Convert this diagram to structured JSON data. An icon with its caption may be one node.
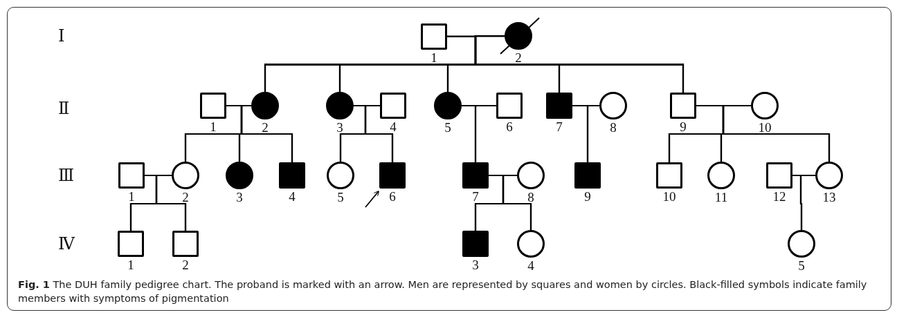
{
  "diagram": {
    "caption": "**Fig. 1** The DUH family pedigree chart. The proband is marked with an arrow. Men are represented by squares and women by circles. Black-filled symbols indicate family members with symptoms of pigmentation",
    "nodes": [
      {
        "text": [],
        "shape": "box",
        "beside": [
          "1"
        ]
      },
      {
        "text": [],
        "shape": "filled-circle",
        "beside": [
          "2"
        ]
      },
      {
        "text": [],
        "shape": "box",
        "beside": [
          "1"
        ]
      },
      {
        "text": [],
        "shape": "filled-circle",
        "beside": [
          "2"
        ]
      },
      {
        "text": [],
        "shape": "filled-circle",
        "beside": [
          "3"
        ]
      },
      {
        "text": [],
        "shape": "box",
        "beside": [
          "4"
        ]
      },
      {
        "text": [],
        "shape": "filled-circle",
        "beside": [
          "5"
        ]
      },
      {
        "text": [],
        "shape": "box",
        "beside": [
          "6"
        ]
      },
      {
        "text": [],
        "shape": "filled-box",
        "beside": [
          "7"
        ]
      },
      {
        "text": [],
        "shape": "circle",
        "beside": [
          "8"
        ]
      },
      {
        "text": [],
        "shape": "box",
        "beside": [
          "9"
        ]
      },
      {
        "text": [],
        "shape": "circle",
        "beside": [
          "10"
        ]
      },
      {
        "text": [],
        "shape": "box",
        "beside": [
          "1"
        ]
      },
      {
        "text": [],
        "shape": "circle",
        "beside": [
          "2"
        ]
      },
      {
        "text": [],
        "shape": "filled-circle",
        "beside": [
          "3"
        ]
      },
      {
        "text": [],
        "shape": "filled-box",
        "beside": [
          "4"
        ]
      },
      {
        "text": [],
        "shape": "circle",
        "beside": [
          "5"
        ]
      },
      {
        "text": [],
        "shape": "filled-box",
        "beside": [
          "6"
        ]
      },
      {
        "text": [],
        "shape": "filled-box",
        "beside": [
          "7"
        ]
      },
      {
        "text": [],
        "shape": "circle",
        "beside": [
          "8"
        ]
      },
      {
        "text": [],
        "shape": "filled-box",
        "beside": [
          "9"
        ]
      },
      {
        "text": [],
        "shape": "box",
        "beside": [
          "10"
        ]
      },
      {
        "text": [],
        "shape": "circle",
        "beside": [
          "11"
        ]
      },
      {
        "text": [],
        "shape": "box",
        "beside": [
          "12"
        ]
      },
      {
        "text": [],
        "shape": "circle",
        "beside": [
          "13"
        ]
      },
      {
        "text": [],
        "shape": "box",
        "beside": [
          "1"
        ]
      },
      {
        "text": [],
        "shape": "box",
        "beside": [
          "2"
        ]
      },
      {
        "text": [],
        "shape": "filled-box",
        "beside": [
          "3"
        ]
      },
      {
        "text": [],
        "shape": "circle",
        "beside": [
          "4"
        ]
      },
      {
        "text": [],
        "shape": "circle",
        "beside": [
          "5"
        ]
      }
    ],
    "edges": [
      {
        "from": 0,
        "to": 1,
        "arrow": "none"
      },
      {
        "from": 2,
        "to": 3,
        "arrow": "none"
      },
      {
        "from": 4,
        "to": 5,
        "arrow": "none"
      },
      {
        "from": 6,
        "to": 7,
        "arrow": "none"
      },
      {
        "from": 8,
        "to": 9,
        "arrow": "none"
      },
      {
        "from": 10,
        "to": 11,
        "arrow": "none"
      },
      {
        "from": 12,
        "to": 13,
        "arrow": "none"
      },
      {
        "from": 18,
        "to": 19,
        "arrow": "none"
      },
      {
        "from": 23,
        "to": 24,
        "arrow": "none"
      },
      {
        "from": 0,
        "to": 3,
        "arrow": "none"
      },
      {
        "from": 1,
        "to": 3,
        "arrow": "none"
      },
      {
        "from": 0,
        "to": 4,
        "arrow": "none"
      },
      {
        "from": 1,
        "to": 4,
        "arrow": "none"
      },
      {
        "from": 0,
        "to": 6,
        "arrow": "none"
      },
      {
        "from": 1,
        "to": 6,
        "arrow": "none"
      },
      {
        "from": 0,
        "to": 8,
        "arrow": "none"
      },
      {
        "from": 1,
        "to": 8,
        "arrow": "none"
      },
      {
        "from": 0,
        "to": 10,
        "arrow": "none"
      },
      {
        "from": 1,
        "to": 10,
        "arrow": "none"
      },
      {
        "from": 2,
        "to": 13,
        "arrow": "none"
      },
      {
        "from": 3,
        "to": 13,
        "arrow": "none"
      },
      {
        "from": 2,
        "to": 14,
        "arrow": "none"
      },
      {
        "from": 3,
        "to": 14,
        "arrow": "none"
      },
      {
        "from": 2,
        "to": 15,
        "arrow": "none"
      },
      {
        "from": 3,
        "to": 15,
        "arrow": "none"
      },
      {
        "from": 4,
        "to": 16,
        "arrow": "none"
      },
      {
        "from": 5,
        "to": 16,
        "arrow": "none"
      },
      {
        "from": 4,
        "to": 17,
        "arrow": "none"
      },
      {
        "from": 5,
        "to": 17,
        "arrow": "none"
      },
      {
        "from": 6,
        "to": 18,
        "arrow": "none"
      },
      {
        "from": 7,
        "to": 18,
        "arrow": "none"
      },
      {
        "from": 8,
        "to": 20,
        "arrow": "none"
      },
      {
        "from": 9,
        "to": 20,
        "arrow": "none"
      },
      {
        "from": 10,
        "to": 21,
        "arrow": "none"
      },
      {
        "from": 11,
        "to": 21,
        "arrow": "none"
      },
      {
        "from": 10,
        "to": 22,
        "arrow": "none"
      },
      {
        "from": 11,
        "to": 22,
        "arrow": "none"
      },
      {
        "from": 10,
        "to": 24,
        "arrow": "none"
      },
      {
        "from": 11,
        "to": 24,
        "arrow": "none"
      },
      {
        "from": 12,
        "to": 25,
        "arrow": "none"
      },
      {
        "from": 13,
        "to": 25,
        "arrow": "none"
      },
      {
        "from": 12,
        "to": 26,
        "arrow": "none"
      },
      {
        "from": 13,
        "to": 26,
        "arrow": "none"
      },
      {
        "from": 18,
        "to": 27,
        "arrow": "none"
      },
      {
        "from": 19,
        "to": 27,
        "arrow": "none"
      },
      {
        "from": 18,
        "to": 28,
        "arrow": "none"
      },
      {
        "from": 19,
        "to": 28,
        "arrow": "none"
      },
      {
        "from": 23,
        "to": 29,
        "arrow": "none"
      },
      {
        "from": 24,
        "to": 29,
        "arrow": "none"
      },
      {
        "from": null,
        "to": 17,
        "arrow": "to"
      }
    ],
    "labels": [
      "Ⅰ",
      "Ⅱ",
      "Ⅲ",
      "Ⅳ"
    ]
  }
}
